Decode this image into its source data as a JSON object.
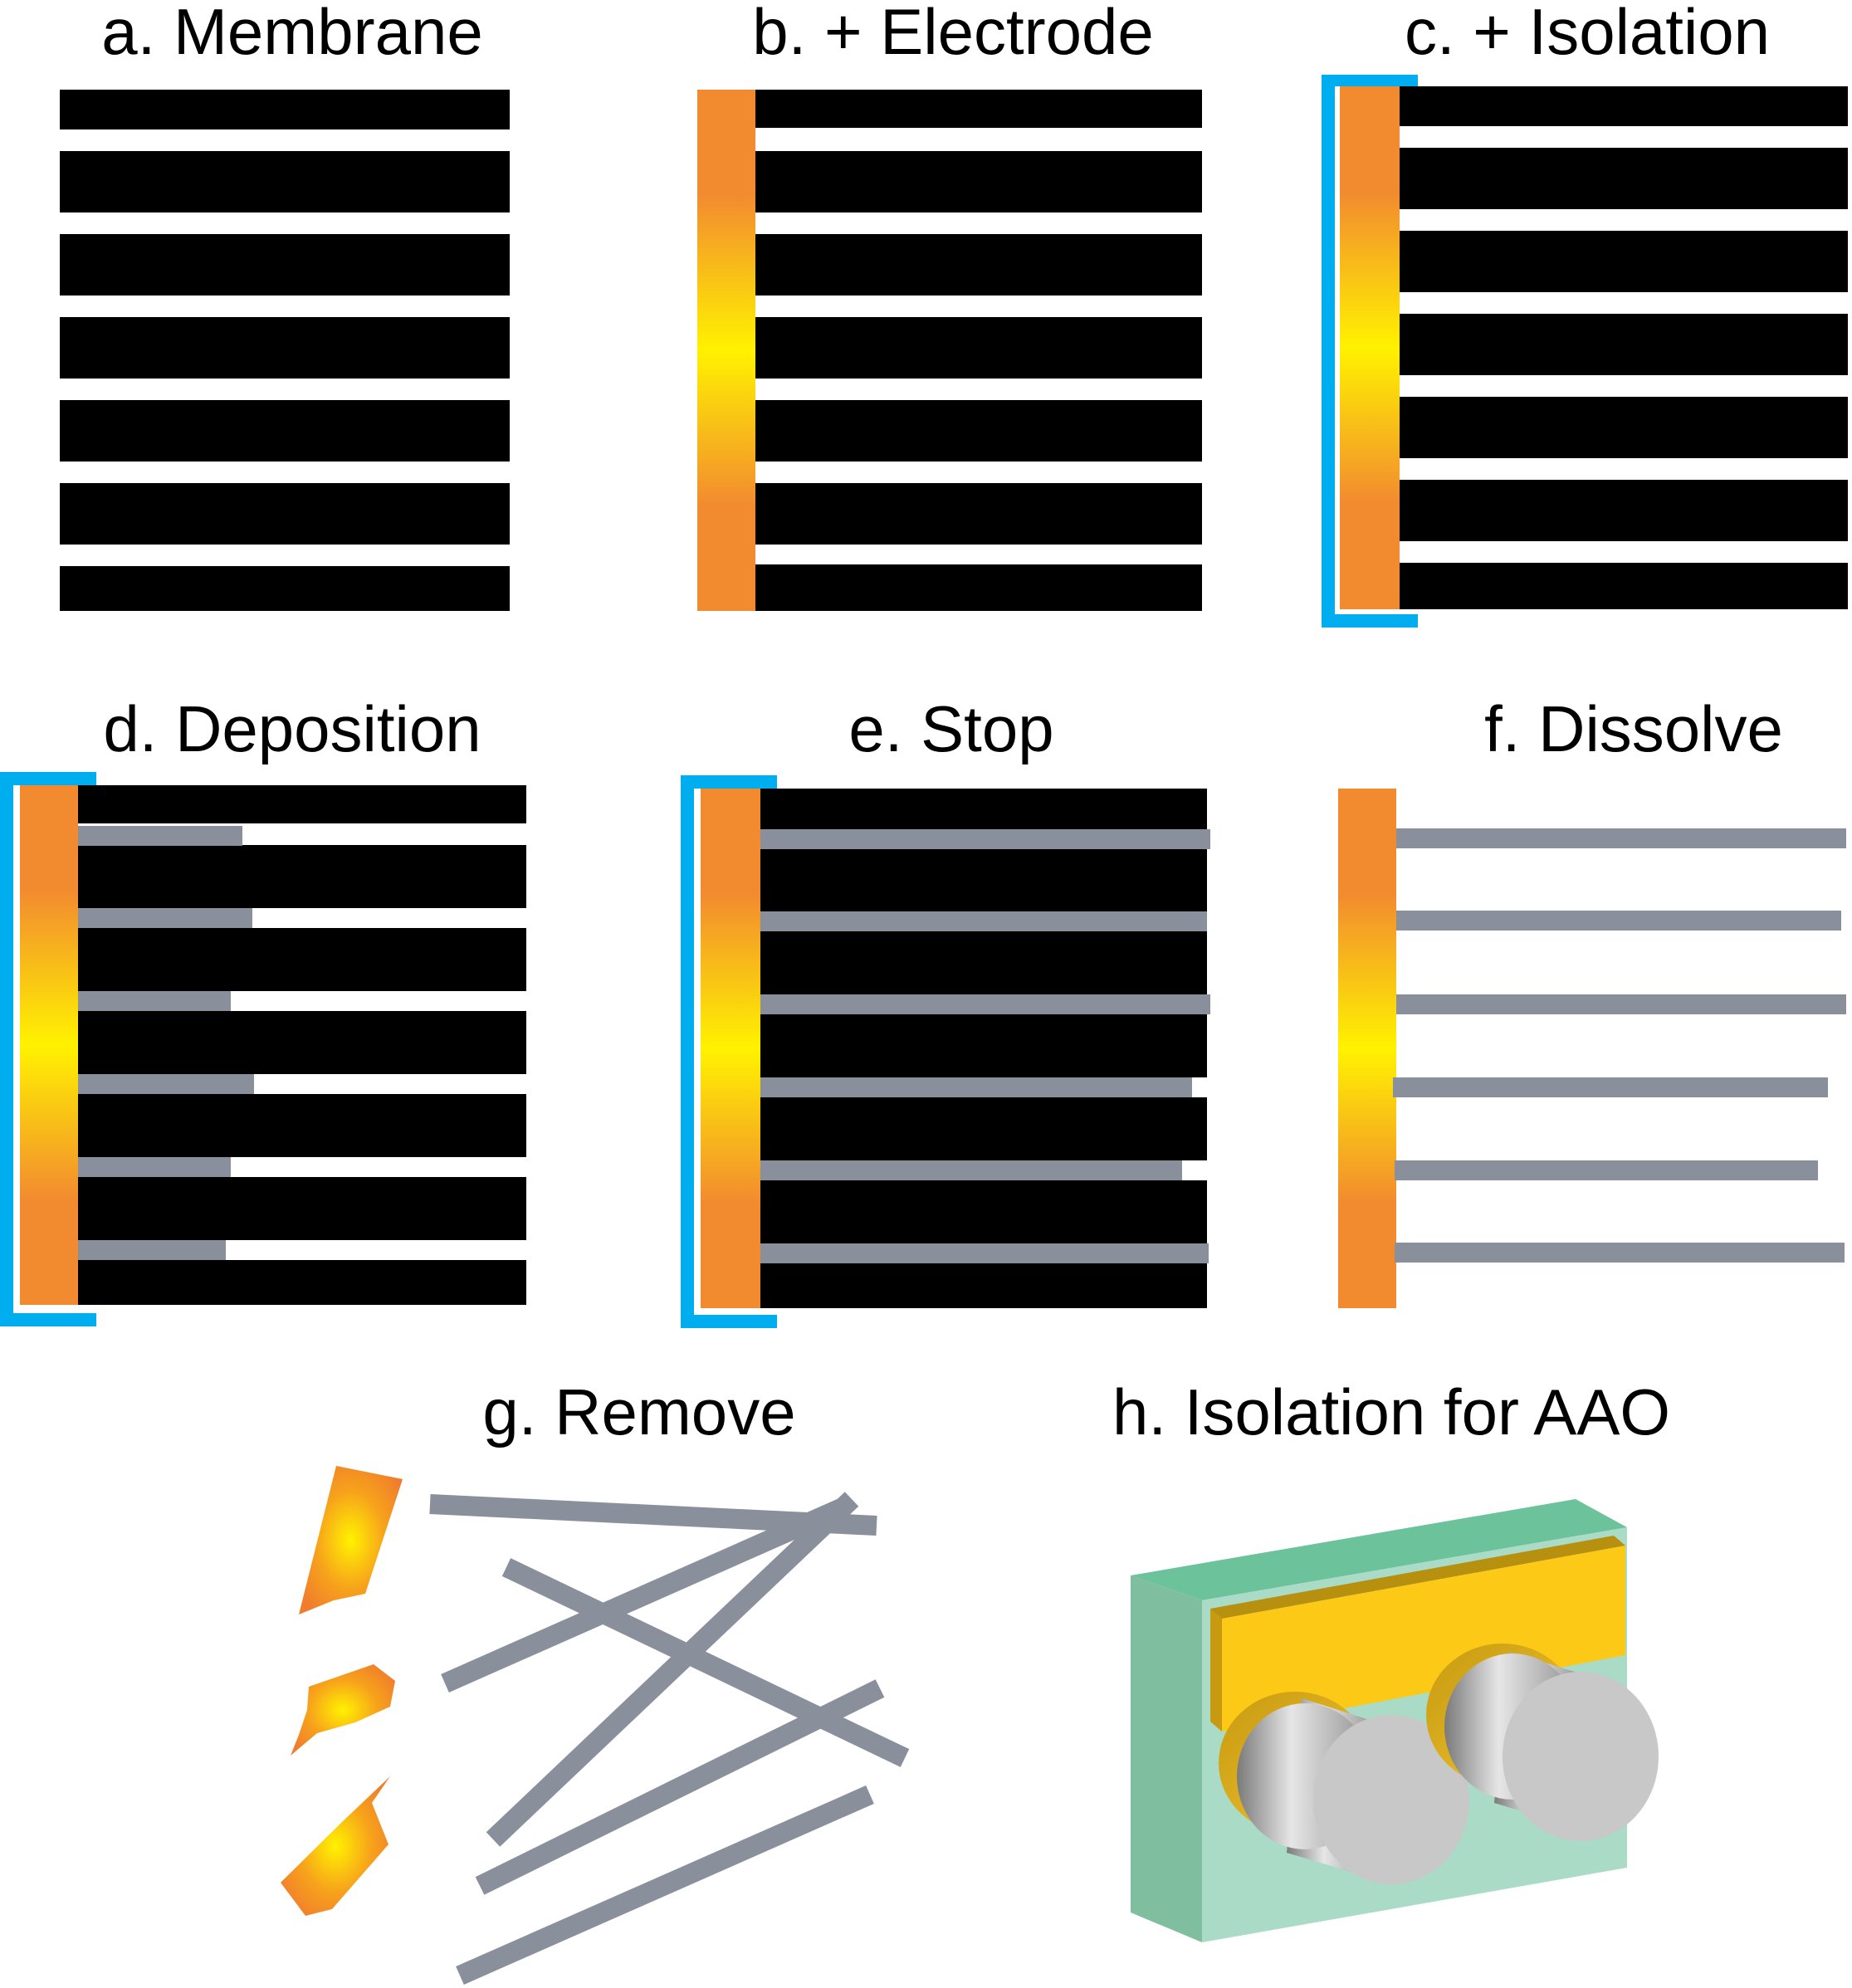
{
  "panels": {
    "a": {
      "label": "a. Membrane"
    },
    "b": {
      "label": "b. + Electrode"
    },
    "c": {
      "label": "c. + Isolation"
    },
    "d": {
      "label": "d. Deposition"
    },
    "e": {
      "label": "e. Stop"
    },
    "f": {
      "label": "f. Dissolve"
    },
    "g": {
      "label": "g. Remove"
    },
    "h": {
      "label": "h. Isolation for AAO"
    }
  },
  "colors": {
    "membrane": "#000000",
    "electrode_edge": "#f28a30",
    "electrode_center": "#fff200",
    "isolation": "#00aeef",
    "nanowire": "#8a8f9c",
    "block_top": "#6cc29b",
    "block_front": "#a9dbc6",
    "block_side": "#7fbfa0",
    "gold_strip": "#fcc916",
    "disk": "#c8c8c8"
  }
}
